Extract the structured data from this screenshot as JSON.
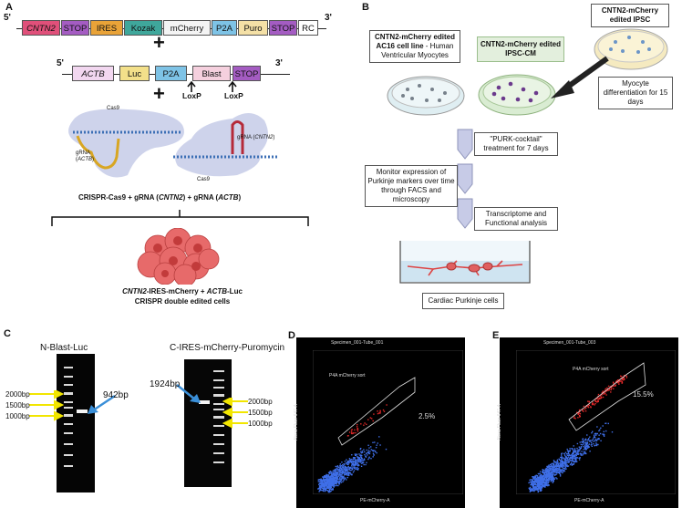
{
  "panel_letters": {
    "a": "A",
    "b": "B",
    "c": "C",
    "d": "D",
    "e": "E"
  },
  "panel_a": {
    "construct1": {
      "five_prime": "5'",
      "three_prime": "3'",
      "segments": [
        "CNTN2",
        "STOP",
        "IRES",
        "Kozak",
        "mCherry",
        "P2A",
        "Puro",
        "STOP",
        "RC"
      ]
    },
    "plus": "+",
    "construct2": {
      "five_prime": "5'",
      "three_prime": "3'",
      "segments": [
        "ACTB",
        "Luc",
        "P2A",
        "Blast",
        "STOP"
      ],
      "loxp_left": "LoxP",
      "loxp_right": "LoxP"
    },
    "cas9_left": "Cas9",
    "cas9_right": "Cas9",
    "grna_left": "gRNA",
    "grna_left_gene": "ACTB",
    "grna_right": "gRNA",
    "grna_right_gene": "CNTN2",
    "crispr_line": {
      "p1": "CRISPR-Cas9 + gRNA (",
      "g1": "CNTN2",
      "p2": ") + gRNA (",
      "g2": "ACTB",
      "p3": ")"
    },
    "cells_caption": {
      "g1": "CNTN2",
      "p1": "-IRES-mCherry + ",
      "g2": "ACTB",
      "p2": "-Luc",
      "line2": "CRISPR double edited cells"
    }
  },
  "panel_b": {
    "ipsc_title": "CNTN2-mCherry edited IPSC",
    "ac16_bold": "CNTN2-mCherry edited AC16 cell line",
    "ac16_rest": " - Human Ventricular Myocytes",
    "ipsccm_title": "CNTN2-mCherry edited IPSC-CM",
    "differentiation": "Myocyte differentiation for 15 days",
    "purk": "\"PURK-cocktail\" treatment for 7 days",
    "monitor": "Monitor expression of Purkinje markers over time through FACS and microscopy",
    "transcriptome": "Transcriptome and Functional analysis",
    "purkinje": "Cardiac Purkinje cells"
  },
  "panel_c": {
    "gel1_title": "N-Blast-Luc",
    "gel1_ladder": [
      "2000bp",
      "1500bp",
      "1000bp"
    ],
    "gel1_band": "942bp",
    "gel2_title": "C-IRES-mCherry-Puromycin",
    "gel2_band": "1924bp",
    "gel2_ladder": [
      "2000bp",
      "1500bp",
      "1000bp"
    ],
    "arrow_color_ladder": "#f2e600",
    "arrow_color_band": "#3a8fd8"
  },
  "panel_d": {
    "title": "Specimen_001-Tube_001",
    "gate": "P4A mCherry sort",
    "percent": "2.5%",
    "xlabel": "PE-mCherry-A",
    "ylabel": "Alexa Fluor 647-A"
  },
  "panel_e": {
    "title": "Specimen_001-Tube_003",
    "gate": "P4A mCherry sort",
    "percent": "15.5%",
    "xlabel": "PE-mCherry-A",
    "ylabel": "Alexa Fluor 647-A"
  },
  "colors": {
    "cntn2": "#e0507a",
    "stop": "#a45cc2",
    "ires": "#e9a338",
    "kozak": "#3fa79b",
    "mcherry": "#f4f4f4",
    "p2a": "#7ec3e6",
    "puro": "#f4e0a6",
    "rc": "#ffffff",
    "actb": "#f2d7f0",
    "luc": "#f3e08a",
    "blast": "#f5d0de",
    "flow_bg": "#000000"
  }
}
